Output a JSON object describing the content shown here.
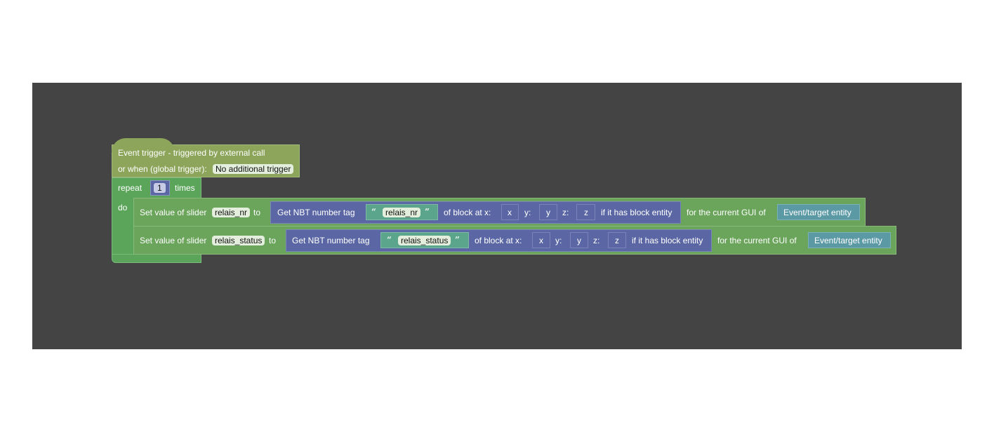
{
  "event": {
    "line1": "Event trigger - triggered by external call",
    "line2": "or when (global trigger):",
    "trigger": "No additional trigger"
  },
  "repeat": {
    "label": "repeat",
    "count": "1",
    "times": "times",
    "do": "do"
  },
  "statements": [
    {
      "set": "Set value of slider",
      "slider": "relais_nr",
      "to": "to",
      "get": "Get NBT number tag",
      "tag": "relais_nr",
      "of_block": "of block at x:",
      "x": "x",
      "y_label": "y:",
      "y": "y",
      "z_label": "z:",
      "z": "z",
      "entity": "if it has block entity",
      "gui": "for the current GUI of",
      "target": "Event/target entity"
    },
    {
      "set": "Set value of slider",
      "slider": "relais_status",
      "to": "to",
      "get": "Get NBT number tag",
      "tag": "relais_status",
      "of_block": "of block at x:",
      "x": "x",
      "y_label": "y:",
      "y": "y",
      "z_label": "z:",
      "z": "z",
      "entity": "if it has block entity",
      "gui": "for the current GUI of",
      "target": "Event/target entity"
    }
  ],
  "colors": {
    "workspace": "#444444",
    "event": "#8ca55b",
    "loop": "#5ba55b",
    "action": "#6aa55b",
    "nbt": "#5b67a5",
    "text": "#5ba58c",
    "entity": "#5b99a5"
  }
}
